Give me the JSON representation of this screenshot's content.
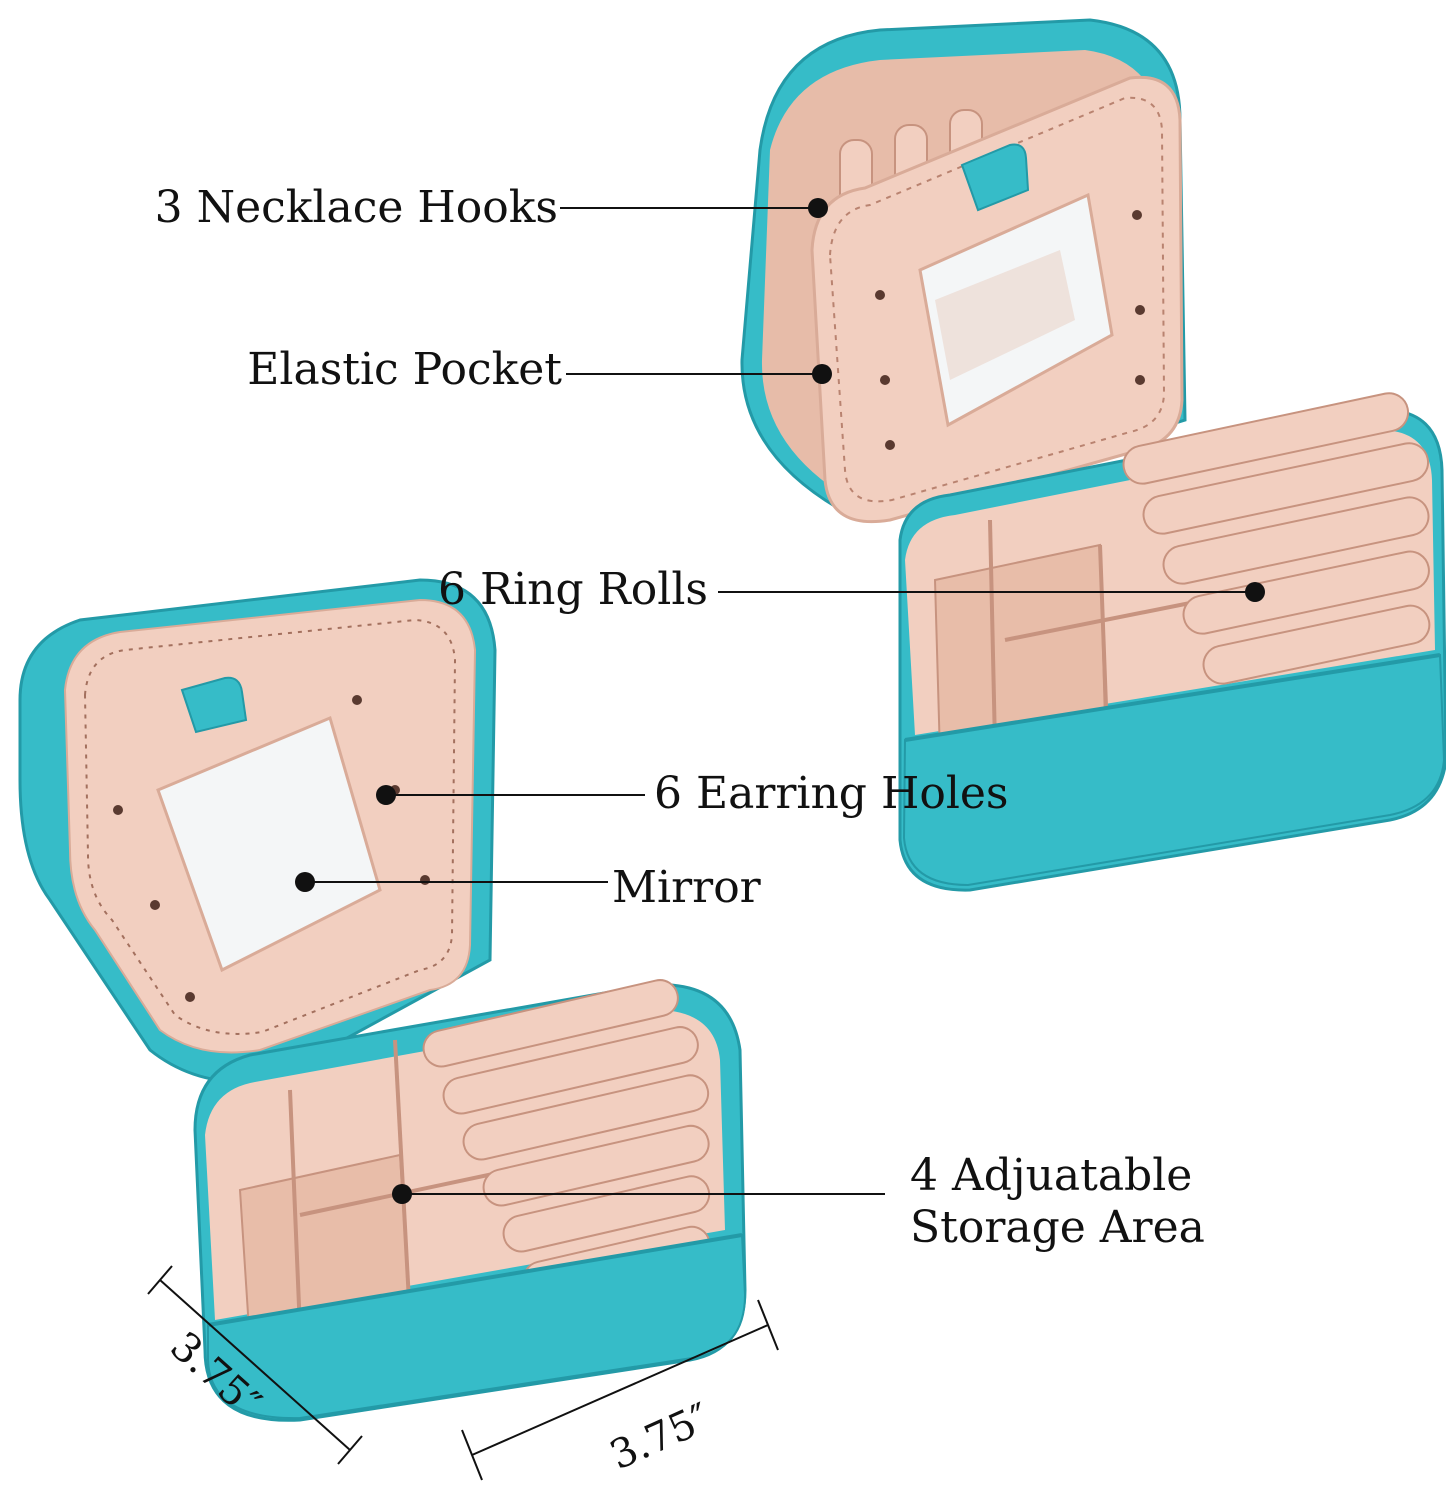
{
  "colors": {
    "teal": "#36bcc8",
    "teal_dark": "#239aa7",
    "teal_light": "#5fd0da",
    "felt": "#f2cfc0",
    "felt_shadow": "#d9ab98",
    "felt_dark": "#c7937f",
    "mirror": "#f4f6f7",
    "line": "#111111"
  },
  "callouts": {
    "necklace_hooks": "3 Necklace Hooks",
    "elastic_pocket": "Elastic Pocket",
    "ring_rolls": "6 Ring Rolls",
    "earring_holes": "6 Earring Holes",
    "mirror": "Mirror",
    "storage_line1": "4 Adjuatable",
    "storage_line2": "Storage Area"
  },
  "dimensions": {
    "depth": "3.75″",
    "width": "3.75″"
  }
}
